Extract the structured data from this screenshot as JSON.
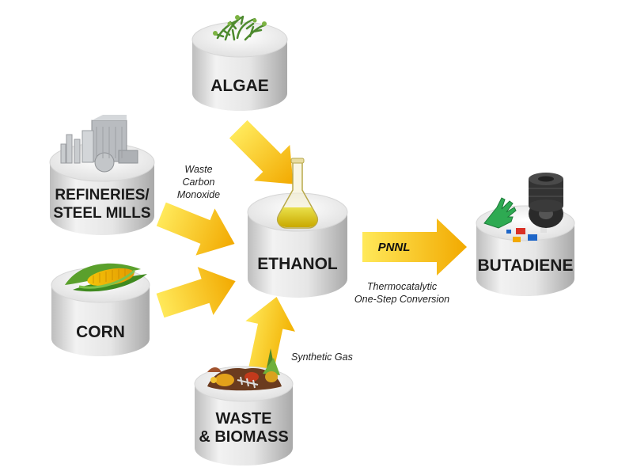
{
  "nodes": {
    "algae": {
      "label": "ALGAE"
    },
    "refineries": {
      "label_line1": "REFINERIES/",
      "label_line2": "STEEL MILLS"
    },
    "corn": {
      "label": "CORN"
    },
    "ethanol": {
      "label": "ETHANOL"
    },
    "waste": {
      "label_line1": "WASTE",
      "label_line2": "& BIOMASS"
    },
    "butadiene": {
      "label": "BUTADIENE"
    }
  },
  "annotations": {
    "waste_co_line1": "Waste",
    "waste_co_line2": "Carbon",
    "waste_co_line3": "Monoxide",
    "synthetic_gas": "Synthetic Gas",
    "pnnl": "PNNL",
    "conversion_line1": "Thermocatalytic",
    "conversion_line2": "One-Step Conversion"
  },
  "colors": {
    "arrow_yellow": "#f7c21b",
    "arrow_light": "#ffe95a",
    "platform_top": "#f4f4f4",
    "platform_side": "#cfcfcf",
    "label_text": "#1a1a1a"
  },
  "icons": [
    "seaweed-icon",
    "factory-icon",
    "corn-icon",
    "flask-icon",
    "compost-icon",
    "tire-icon",
    "glove-icon"
  ]
}
